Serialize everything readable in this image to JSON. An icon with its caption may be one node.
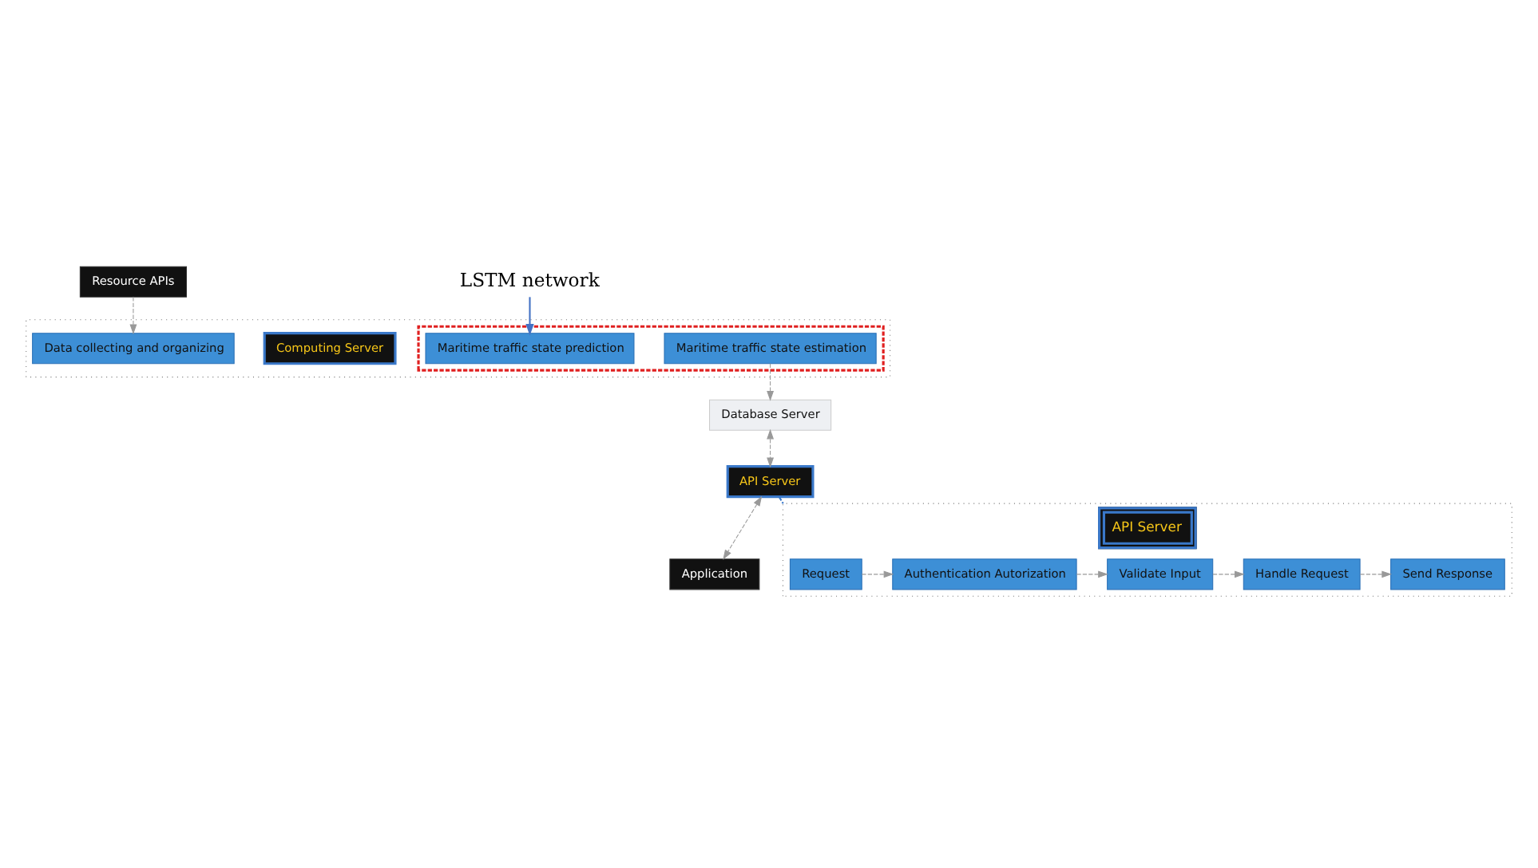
{
  "diagram": {
    "nodes": [
      {
        "text": [],
        "shape": "box"
      },
      {
        "text": [
          "Computing Server"
        ],
        "in": 0
      },
      {
        "text": [
          "Data collecting and organizing"
        ],
        "in": 0
      },
      {
        "text": [],
        "shape": "box",
        "in": 0
      },
      {
        "text": [
          "Maritime traffic state estimation"
        ],
        "in": 3
      },
      {
        "text": [
          "Maritime traffic state prediction"
        ],
        "in": 3
      },
      {
        "text": [
          "Resource APIs"
        ]
      },
      {
        "text": [
          "LSTM network"
        ]
      },
      {
        "text": [
          "Database Server"
        ]
      },
      {
        "text": [
          "API Server"
        ]
      },
      {
        "text": [
          "Application"
        ]
      },
      {
        "text": [
          "API Server"
        ]
      },
      {
        "text": [
          "Request"
        ],
        "in": 11
      },
      {
        "text": [
          "Authentication Autorization"
        ],
        "in": 11
      },
      {
        "text": [
          "Validate Input"
        ],
        "in": 11
      },
      {
        "text": [
          "Handle Request"
        ],
        "in": 11
      },
      {
        "text": [
          "Send Response"
        ],
        "in": 11
      }
    ],
    "edges": [
      {
        "from": 6,
        "to": 2,
        "arrow": "to",
        "style": "dashed"
      },
      {
        "from": 7,
        "to": 5,
        "arrow": "to",
        "color": "#4472c4"
      },
      {
        "from": 4,
        "to": 8,
        "arrow": "to",
        "style": "dashed"
      },
      {
        "from": 8,
        "to": 9,
        "arrow": "both",
        "style": "dashed"
      },
      {
        "from": 9,
        "to": 10,
        "arrow": "both",
        "style": "dashed"
      },
      {
        "from": 9,
        "to": 11,
        "arrow": "none",
        "style": "dashed",
        "color": "#3a78c9"
      },
      {
        "from": 12,
        "to": 13,
        "arrow": "to",
        "style": "dashed"
      },
      {
        "from": 13,
        "to": 14,
        "arrow": "to",
        "style": "dashed"
      },
      {
        "from": 14,
        "to": 15,
        "arrow": "to",
        "style": "dashed"
      },
      {
        "from": 15,
        "to": 16,
        "arrow": "to",
        "style": "dashed"
      }
    ]
  }
}
